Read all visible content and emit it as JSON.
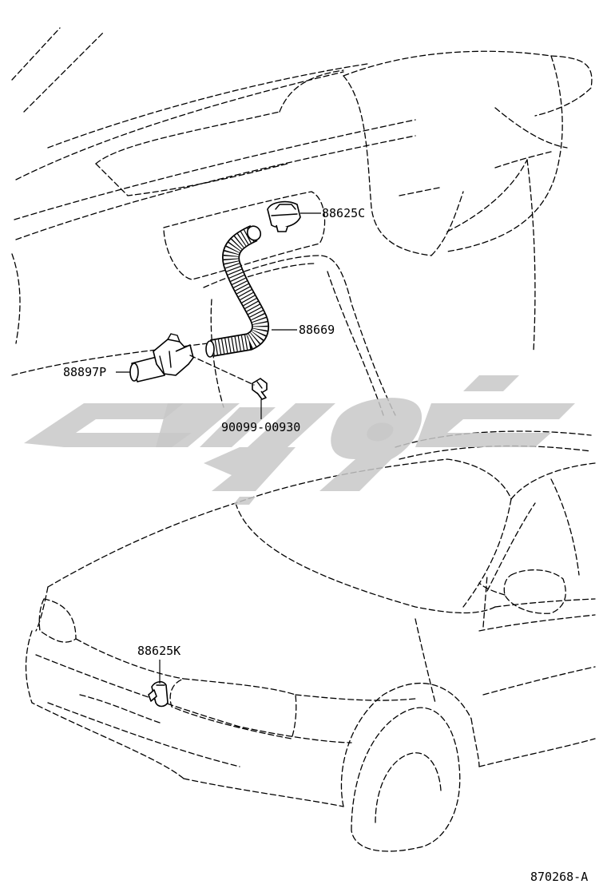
{
  "diagram": {
    "labels": {
      "part_88625C": "88625C",
      "part_88669": "88669",
      "part_88897P": "88897P",
      "part_90099_00930": "90099-00930",
      "part_88625K": "88625K",
      "figure_code": "870268-A"
    },
    "colors": {
      "line": "#000000",
      "watermark": "#c8c8c8",
      "background": "#ffffff"
    }
  }
}
